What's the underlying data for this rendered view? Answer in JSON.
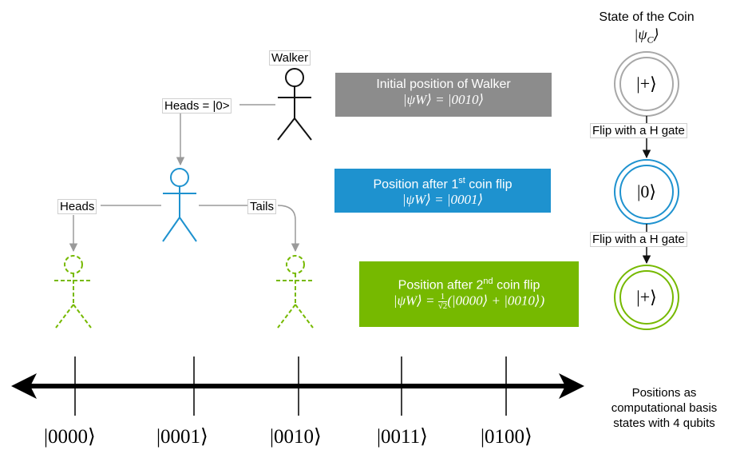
{
  "coin_title": "State of the Coin",
  "coin_state_symbol": "|ψ",
  "coin_state_sub": "C",
  "coin_states": [
    "|+⟩",
    "|0⟩",
    "|+⟩"
  ],
  "flip_labels": [
    "Flip with a H gate",
    "Flip with a H gate"
  ],
  "walker_label": "Walker",
  "heads0_label": "Heads = |0>",
  "heads_label": "Heads",
  "tails_label": "Tails",
  "boxes": [
    {
      "line1": "Initial position of Walker",
      "line2": "|ψW⟩ = |0010⟩",
      "color": "#8c8c8c"
    },
    {
      "line1_pre": "Position after 1",
      "line1_sup": "st",
      "line1_post": " coin flip",
      "line2": "|ψW⟩ = |0001⟩",
      "color": "#1e92cf"
    },
    {
      "line1_pre": "Position after 2",
      "line1_sup": "nd",
      "line1_post": " coin flip",
      "line2_pre": "|ψW⟩ = ",
      "frac_num": "1",
      "frac_den": "√2",
      "line2_post": "(|0000⟩ + |0010⟩)",
      "color": "#76b900"
    }
  ],
  "positions": [
    "|0000⟩",
    "|0001⟩",
    "|0010⟩",
    "|0011⟩",
    "|0100⟩"
  ],
  "axis_caption": [
    "Positions as",
    "computational basis",
    "states with 4 qubits"
  ],
  "colors": {
    "gray": "#8c8c8c",
    "blue": "#1e92cf",
    "green": "#76b900",
    "circle_gray": "#a0a0a0"
  }
}
